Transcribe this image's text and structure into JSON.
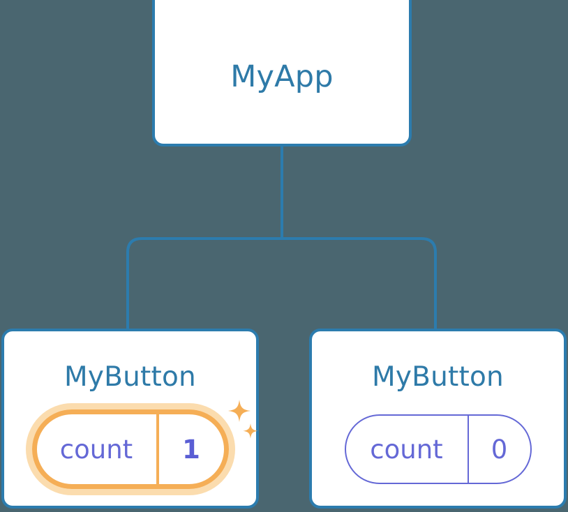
{
  "diagram": {
    "type": "component-tree",
    "background_color": "#4a6670",
    "node_border_color": "#2c7cae",
    "node_label_color": "#2e7aa8",
    "state_color": "#6468d6",
    "highlight_color": "#f5ae56",
    "highlight_glow_color": "#fbdcae",
    "connector_color": "#2c7cae"
  },
  "root": {
    "label": "MyApp"
  },
  "children": [
    {
      "label": "MyButton",
      "state": {
        "key": "count",
        "value": "1"
      },
      "highlighted": true,
      "sparkle_icons": [
        "sparkle-icon-large",
        "sparkle-icon-small"
      ]
    },
    {
      "label": "MyButton",
      "state": {
        "key": "count",
        "value": "0"
      },
      "highlighted": false,
      "sparkle_icons": []
    }
  ]
}
